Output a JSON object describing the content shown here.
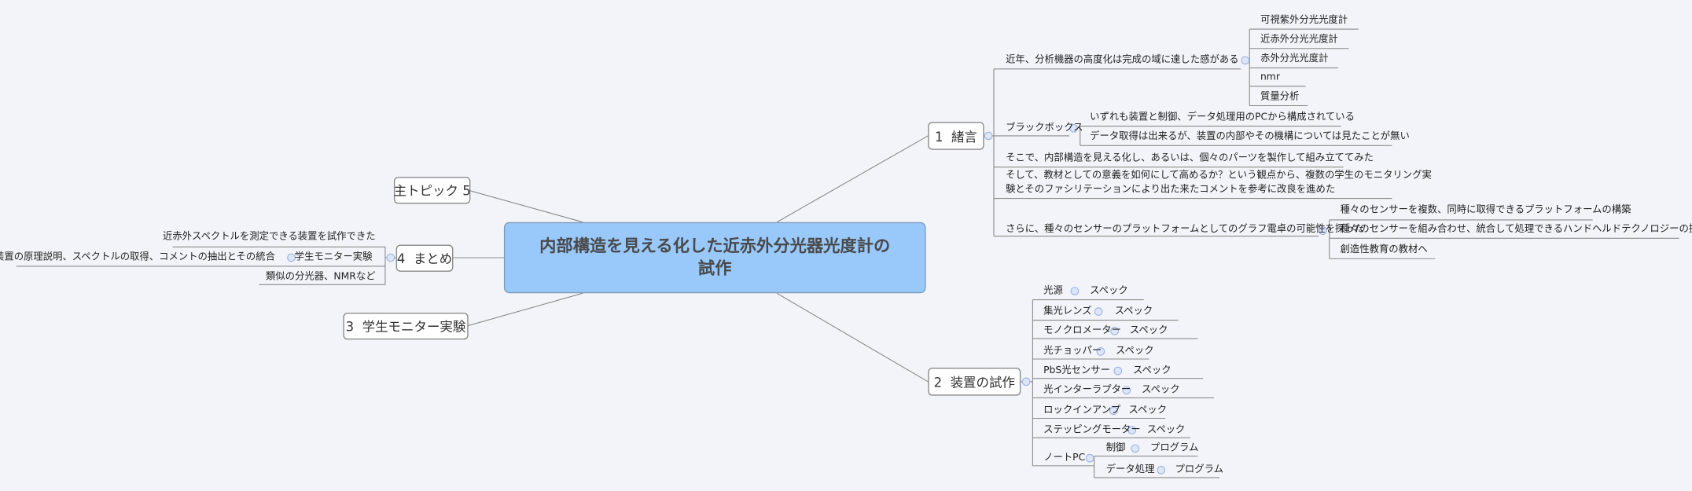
{
  "central_topic": {
    "line1": "内部構造を見える化した近赤外分光器光度計の",
    "line2": "試作"
  },
  "topic1": {
    "label": "1  緒言",
    "children": [
      {
        "label": "近年、分析機器の高度化は完成の域に達した感がある",
        "children": [
          "可視紫外分光光度計",
          "近赤外分光光度計",
          "赤外分光光度計",
          "nmr",
          "質量分析"
        ]
      },
      {
        "label": "ブラックボックス",
        "children": [
          "いずれも装置と制御、データ処理用のPCから構成されている",
          "データ取得は出来るが、装置の内部やその機構については見たことが無い"
        ]
      },
      {
        "label": "そこで、内部構造を見える化し、あるいは、個々のパーツを製作して組み立ててみた"
      },
      {
        "label_line1": "そして、教材としての意義を如何にして高めるか？という観点から、複数の学生のモニタリング実",
        "label_line2": "験とそのファシリテーションにより出た来たコメントを参考に改良を進めた"
      },
      {
        "label": "さらに、種々のセンサーのプラットフォームとしてのグラフ電卓の可能性を探った",
        "children": [
          "種々のセンサーを複数、同時に取得できるプラットフォームの構築",
          "種々のセンサーを組み合わせ、統合して処理できるハンドヘルドテクノロジーの提案",
          "創造性教育の教材へ"
        ]
      }
    ]
  },
  "topic2": {
    "label": "2  装置の試作",
    "children": [
      {
        "label": "光源",
        "child": "スペック"
      },
      {
        "label": "集光レンズ",
        "child": "スペック"
      },
      {
        "label": "モノクロメーター",
        "child": "スペック"
      },
      {
        "label": "光チョッパー",
        "child": "スペック"
      },
      {
        "label": "PbS光センサー",
        "child": "スペック"
      },
      {
        "label": "光インターラプター",
        "child": "スペック"
      },
      {
        "label": "ロックインアンプ",
        "child": "スペック"
      },
      {
        "label": "ステッピングモーター",
        "child": "スペック"
      },
      {
        "label": "ノートPC",
        "children": [
          {
            "label": "制御",
            "child": "プログラム"
          },
          {
            "label": "データ処理",
            "child": "プログラム"
          }
        ]
      }
    ]
  },
  "topic3": {
    "label": "3  学生モニター実験"
  },
  "topic4": {
    "label": "4  まとめ",
    "children": [
      {
        "label": "近赤外スペクトルを測定できる装置を試作できた"
      },
      {
        "label": "学生モニター実験",
        "child": "装置の原理説明、スペクトルの取得、コメントの抽出とその統合"
      },
      {
        "label": "類似の分光器、NMRなど"
      }
    ]
  },
  "topic5": {
    "label": "主トピック 5"
  },
  "colors": {
    "background": "#f3f4f9",
    "central_fill": "#99c9fb",
    "line": "#8a8a8a",
    "collapse_icon": "#9bb3e0"
  }
}
